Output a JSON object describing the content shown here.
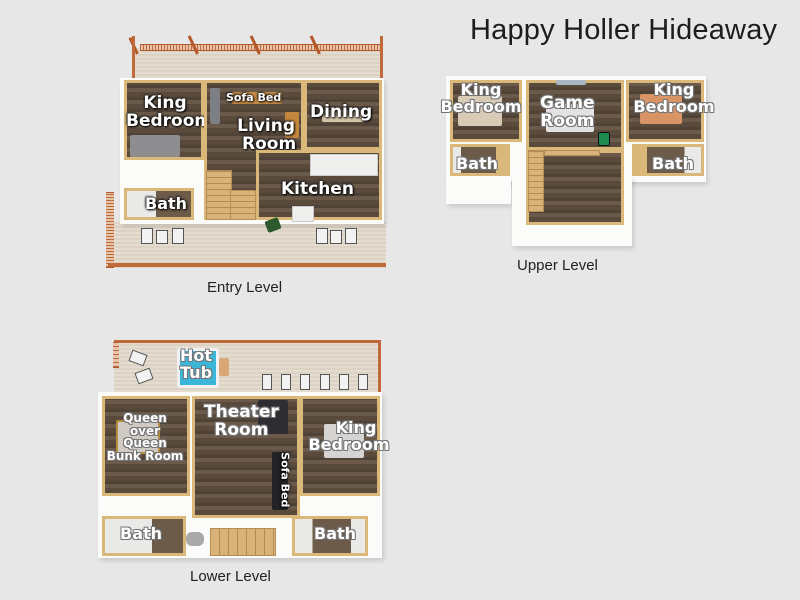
{
  "title": "Happy Holler Hideaway",
  "levels": {
    "entry": {
      "caption": "Entry Level",
      "rooms": {
        "king_bedroom": "King Bedroom",
        "king_line1": "King",
        "king_line2": "Bedroom",
        "sofa_bed": "Sofa Bed",
        "living_line1": "Living",
        "living_line2": "Room",
        "dining": "Dining",
        "kitchen": "Kitchen",
        "bath": "Bath"
      }
    },
    "upper": {
      "caption": "Upper Level",
      "rooms": {
        "left_king_line1": "King",
        "left_king_line2": "Bedroom",
        "game_line1": "Game",
        "game_line2": "Room",
        "right_king_line1": "King",
        "right_king_line2": "Bedroom",
        "left_bath": "Bath",
        "right_bath": "Bath"
      }
    },
    "lower": {
      "caption": "Lower Level",
      "rooms": {
        "hot_line1": "Hot",
        "hot_line2": "Tub",
        "bunk_line1": "Queen",
        "bunk_line2": "over",
        "bunk_line3": "Queen",
        "bunk_line4": "Bunk Room",
        "theater_line1": "Theater",
        "theater_line2": "Room",
        "sofa_bed": "Sofa Bed",
        "king_line1": "King",
        "king_line2": "Bedroom",
        "left_bath": "Bath",
        "right_bath": "Bath"
      }
    }
  },
  "colors": {
    "background": "#e6e7e6",
    "railing": "#c0693a",
    "wall": "#d9b87a",
    "floor": "#5a4a3c",
    "hot_tub": "#3bb6d8"
  }
}
